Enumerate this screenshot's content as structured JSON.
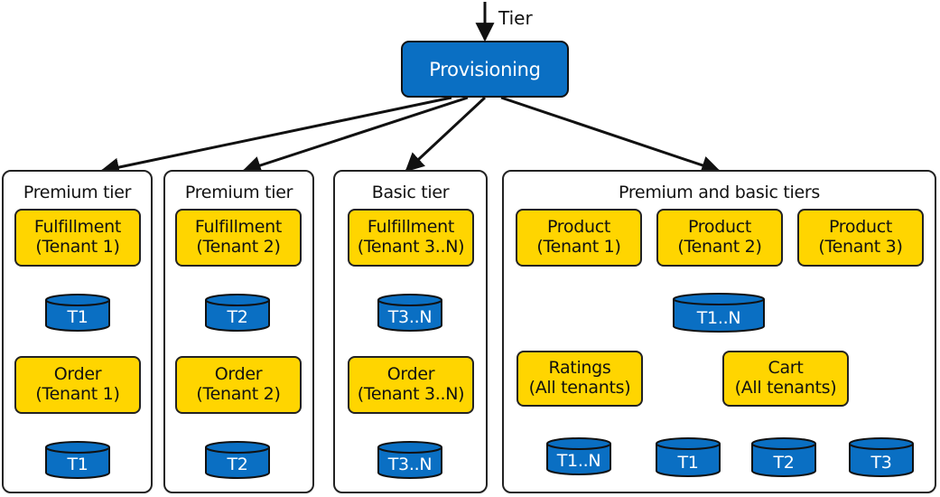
{
  "input_label": "Tier",
  "provisioning": "Provisioning",
  "groups": [
    {
      "title": "Premium tier",
      "services": [
        [
          "Fulfillment",
          "(Tenant 1)"
        ],
        [
          "Order",
          "(Tenant 1)"
        ]
      ],
      "dbs": [
        "T1",
        "T1"
      ]
    },
    {
      "title": "Premium tier",
      "services": [
        [
          "Fulfillment",
          "(Tenant 2)"
        ],
        [
          "Order",
          "(Tenant 2)"
        ]
      ],
      "dbs": [
        "T2",
        "T2"
      ]
    },
    {
      "title": "Basic tier",
      "services": [
        [
          "Fulfillment",
          "(Tenant 3..N)"
        ],
        [
          "Order",
          "(Tenant 3..N)"
        ]
      ],
      "dbs": [
        "T3..N",
        "T3..N"
      ]
    },
    {
      "title": "Premium and basic tiers",
      "services": [
        [
          "Product",
          "(Tenant 1)"
        ],
        [
          "Product",
          "(Tenant 2)"
        ],
        [
          "Product",
          "(Tenant 3)"
        ],
        [
          "Ratings",
          "(All tenants)"
        ],
        [
          "Cart",
          "(All tenants)"
        ]
      ],
      "dbs": [
        "T1..N",
        "T1..N",
        "T1",
        "T2",
        "T3"
      ]
    }
  ],
  "colors": {
    "service_fill": "#ffd500",
    "storage_fill": "#0a6fc3",
    "provisioning_fill": "#0a6fc3",
    "outline": "#222222"
  }
}
